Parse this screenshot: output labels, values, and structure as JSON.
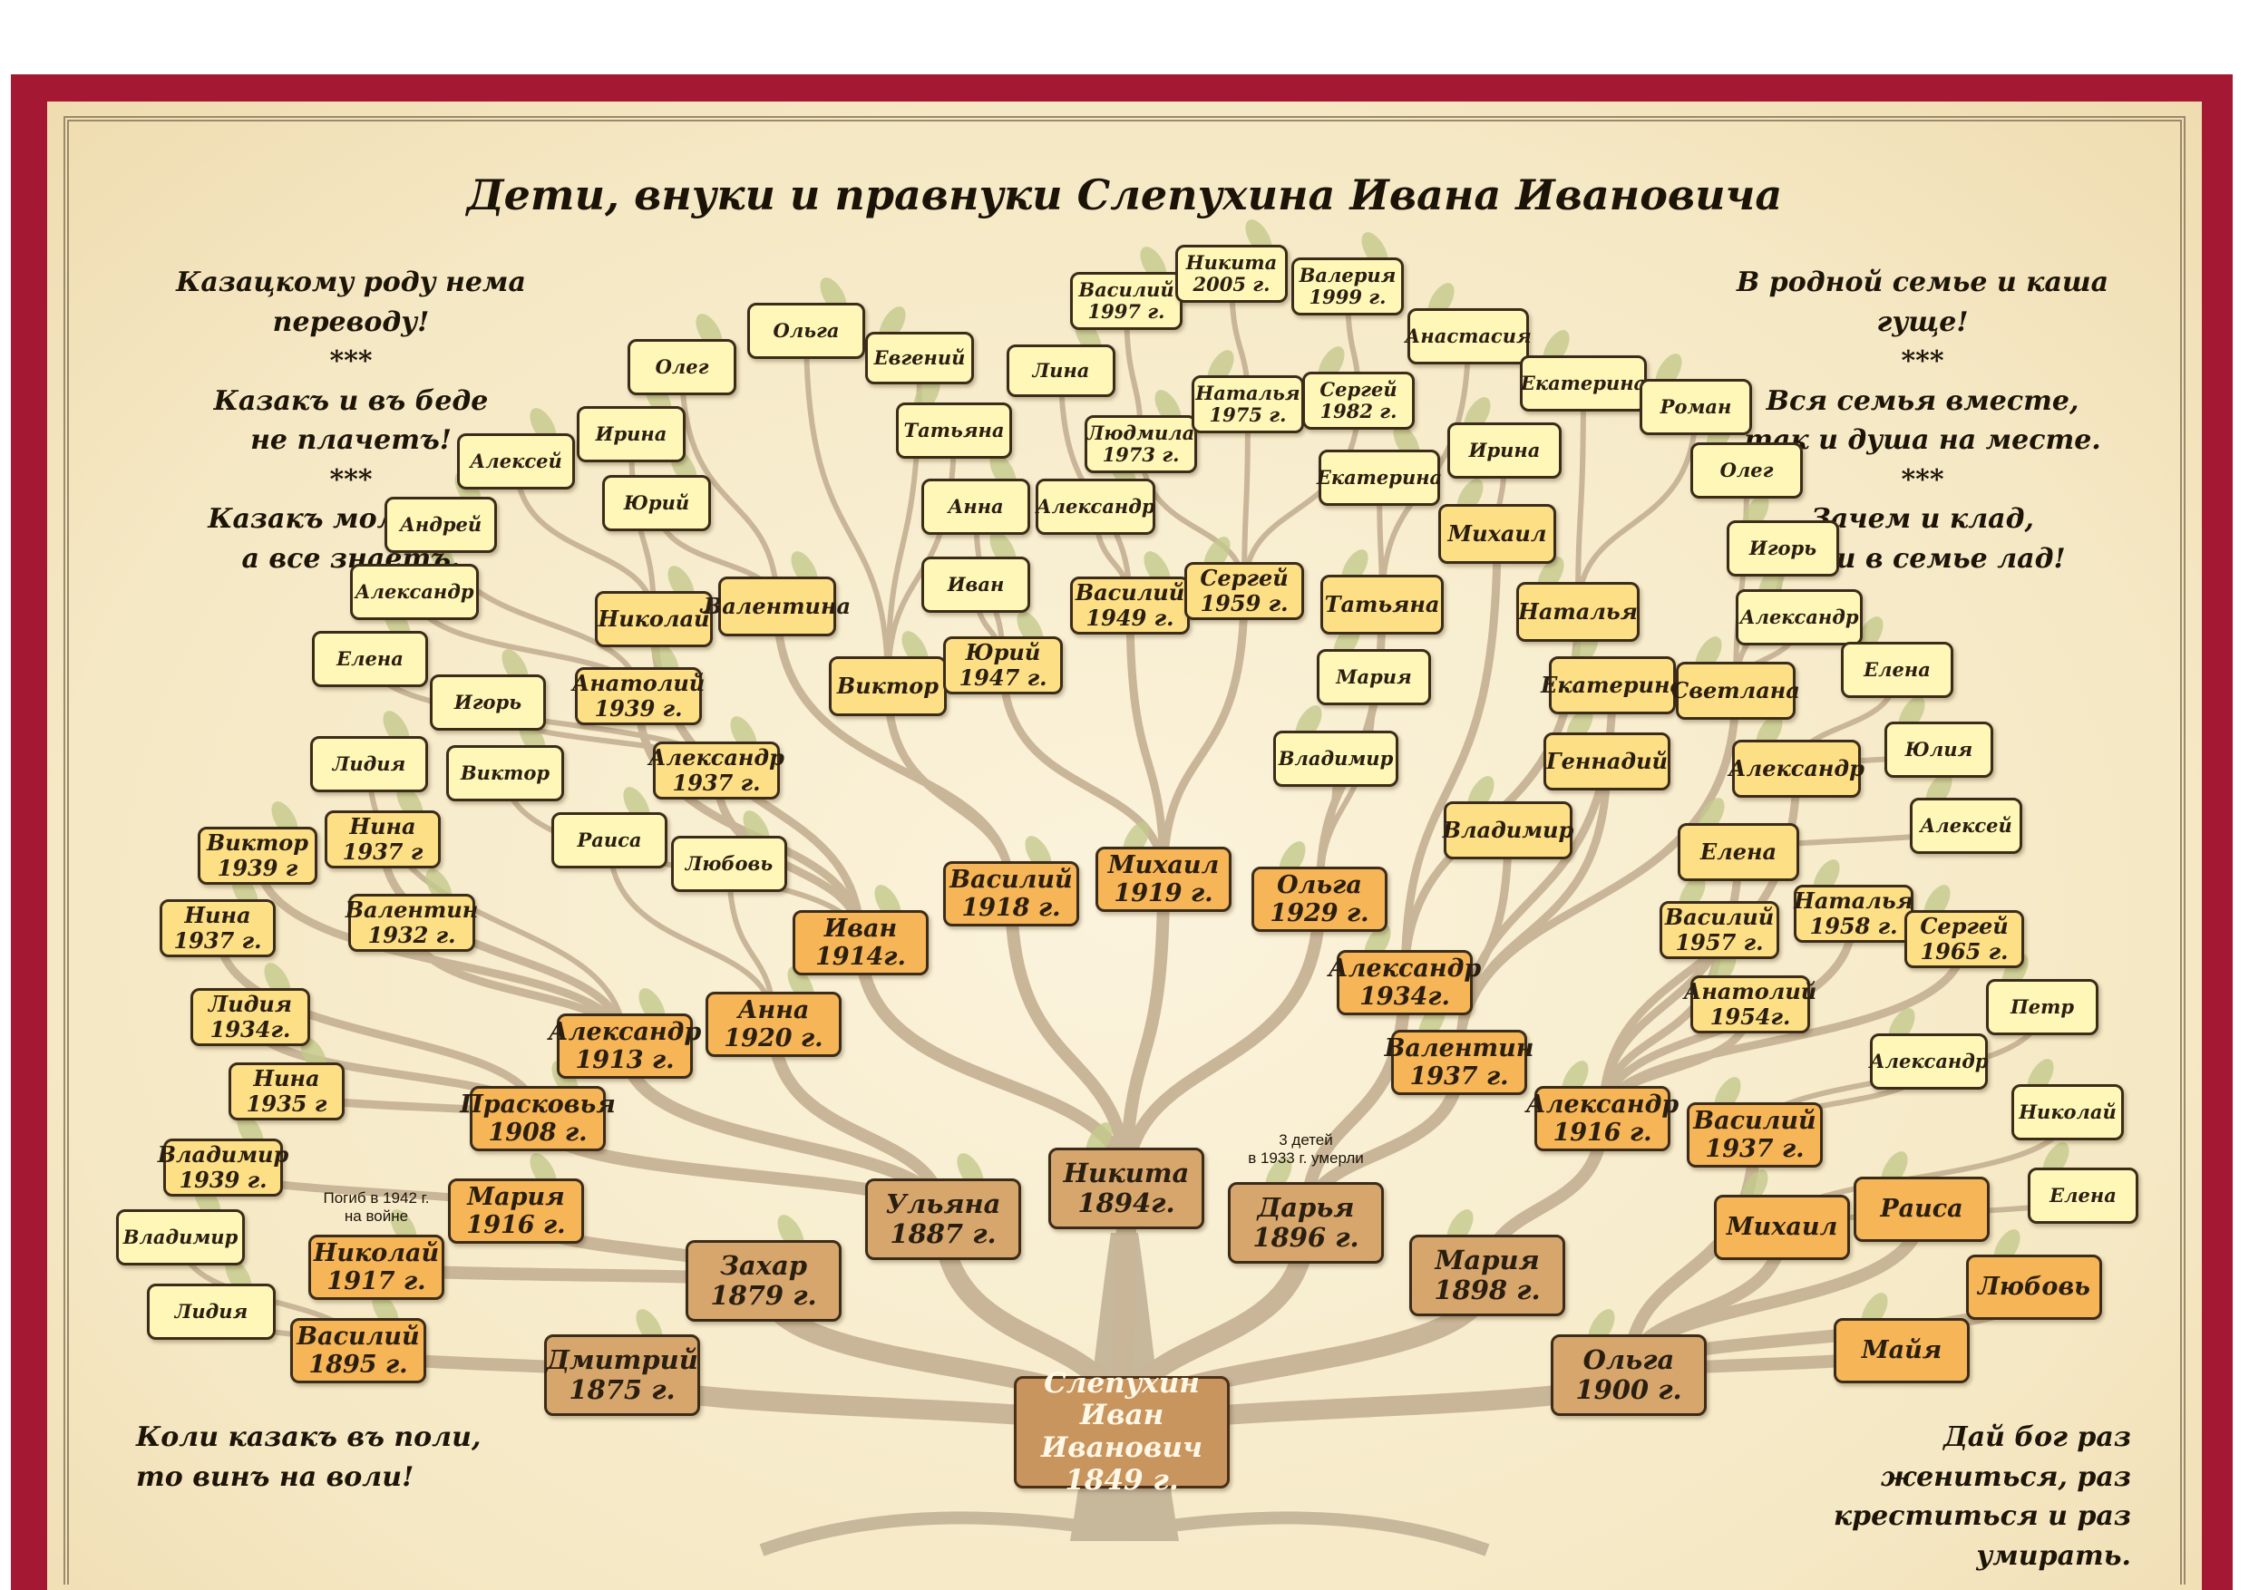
{
  "title": "Дети, внуки и правнуки Слепухина Ивана Ивановича",
  "sayings": {
    "top_left": "Казацкому роду нема переводу!\n***\nКазакъ и въ беде\nне плачетъ!\n***\nКазакъ молчитъ,\nа все знаетъ.",
    "top_right": "В родной семье и каша гуще!\n***\nВся семья вместе,\nтак и душа на месте.\n***\nЗачем и клад,\nколи в семье лад!",
    "bottom_left": "Коли казакъ въ поли,\nто винъ на воли!",
    "bottom_right": "Дай бог раз жениться, раз\nкреститься и раз умирать."
  },
  "notes": {
    "died_children": "3 детей\nв 1933 г. умерли",
    "war": "Погиб в 1942 г.\nна войне"
  },
  "root": {
    "label": "Слепухин\nИван Иванович\n1849 г."
  },
  "nodes": [
    {
      "id": "dmitriy",
      "label": "Дмитрий\n1875 г.",
      "tier": 4,
      "parent": "root"
    },
    {
      "id": "zakhar",
      "label": "Захар\n1879 г.",
      "tier": 4,
      "parent": "root"
    },
    {
      "id": "ulyana",
      "label": "Ульяна\n1887 г.",
      "tier": 4,
      "parent": "root"
    },
    {
      "id": "nikita",
      "label": "Никита\n1894г.",
      "tier": 4,
      "parent": "root"
    },
    {
      "id": "darya",
      "label": "Дарья\n1896 г.",
      "tier": 4,
      "parent": "root"
    },
    {
      "id": "mariya98",
      "label": "Мария\n1898 г.",
      "tier": 4,
      "parent": "root"
    },
    {
      "id": "olga1900",
      "label": "Ольга\n1900 г.",
      "tier": 4,
      "parent": "root"
    },
    {
      "id": "vasiliy95",
      "label": "Василий\n1895 г.",
      "tier": 3,
      "parent": "dmitriy"
    },
    {
      "id": "nikolay17",
      "label": "Николай\n1917 г.",
      "tier": 3,
      "parent": "zakhar"
    },
    {
      "id": "mariya16",
      "label": "Мария\n1916 г.",
      "tier": 3,
      "parent": "zakhar"
    },
    {
      "id": "praskovya",
      "label": "Прасковья\n1908 г.",
      "tier": 3,
      "parent": "ulyana"
    },
    {
      "id": "aleksandr13",
      "label": "Александр\n1913 г.",
      "tier": 3,
      "parent": "ulyana"
    },
    {
      "id": "anna20",
      "label": "Анна\n1920 г.",
      "tier": 3,
      "parent": "ulyana"
    },
    {
      "id": "ivan14",
      "label": "Иван\n1914г.",
      "tier": 3,
      "parent": "nikita"
    },
    {
      "id": "vasiliy18",
      "label": "Василий\n1918 г.",
      "tier": 3,
      "parent": "nikita"
    },
    {
      "id": "mikhail19",
      "label": "Михаил\n1919 г.",
      "tier": 3,
      "parent": "nikita"
    },
    {
      "id": "olga29",
      "label": "Ольга\n1929 г.",
      "tier": 3,
      "parent": "nikita"
    },
    {
      "id": "aleksandr34",
      "label": "Александр\n1934г.",
      "tier": 3,
      "parent": "darya"
    },
    {
      "id": "valentin37",
      "label": "Валентин\n1937 г.",
      "tier": 3,
      "parent": "darya"
    },
    {
      "id": "aleksandr16",
      "label": "Александр\n1916 г.",
      "tier": 3,
      "parent": "mariya98"
    },
    {
      "id": "vasiliy37",
      "label": "Василий\n1937 г.",
      "tier": 3,
      "parent": "olga1900"
    },
    {
      "id": "mikhail_r",
      "label": "Михаил",
      "tier": 3,
      "parent": "olga1900"
    },
    {
      "id": "raisa_r",
      "label": "Раиса",
      "tier": 3,
      "parent": "olga1900"
    },
    {
      "id": "lyubov_r",
      "label": "Любовь",
      "tier": 3,
      "parent": "olga1900"
    },
    {
      "id": "mayya",
      "label": "Майя",
      "tier": 3,
      "parent": "olga1900"
    },
    {
      "id": "lidiya_b",
      "label": "Лидия",
      "tier": 1,
      "parent": "vasiliy95"
    },
    {
      "id": "vladimir_b",
      "label": "Владимир",
      "tier": 1,
      "parent": "vasiliy95"
    },
    {
      "id": "vladimir39",
      "label": "Владимир\n1939 г.",
      "tier": 2,
      "parent": "mariya16"
    },
    {
      "id": "nina35",
      "label": "Нина\n1935 г",
      "tier": 2,
      "parent": "praskovya"
    },
    {
      "id": "lidiya34",
      "label": "Лидия\n1934г.",
      "tier": 2,
      "parent": "praskovya"
    },
    {
      "id": "nina37a",
      "label": "Нина\n1937 г.",
      "tier": 2,
      "parent": "praskovya"
    },
    {
      "id": "viktor39",
      "label": "Виктор\n1939 г",
      "tier": 2,
      "parent": "aleksandr13"
    },
    {
      "id": "nina37b",
      "label": "Нина\n1937 г",
      "tier": 2,
      "parent": "aleksandr13"
    },
    {
      "id": "valentin32",
      "label": "Валентин\n1932 г.",
      "tier": 2,
      "parent": "aleksandr13"
    },
    {
      "id": "lidiya_m",
      "label": "Лидия",
      "tier": 1,
      "parent": "aleksandr13"
    },
    {
      "id": "raisa_m",
      "label": "Раиса",
      "tier": 1,
      "parent": "anna20"
    },
    {
      "id": "lyubov_m",
      "label": "Любовь",
      "tier": 1,
      "parent": "anna20"
    },
    {
      "id": "viktor_m",
      "label": "Виктор",
      "tier": 1,
      "parent": "ivan14"
    },
    {
      "id": "aleksandr37",
      "label": "Александр\n1937 г.",
      "tier": 2,
      "parent": "ivan14"
    },
    {
      "id": "anatoliy39",
      "label": "Анатолий\n1939 г.",
      "tier": 2,
      "parent": "ivan14"
    },
    {
      "id": "igor_l",
      "label": "Игорь",
      "tier": 1,
      "parent": "aleksandr37"
    },
    {
      "id": "elena_l",
      "label": "Елена",
      "tier": 1,
      "parent": "aleksandr37"
    },
    {
      "id": "aleksandr_l",
      "label": "Александр",
      "tier": 1,
      "parent": "anatoliy39"
    },
    {
      "id": "andrey",
      "label": "Андрей",
      "tier": 1,
      "parent": "anatoliy39"
    },
    {
      "id": "nikolay_m",
      "label": "Николай",
      "tier": 2,
      "parent": "ivan14"
    },
    {
      "id": "aleksey_l",
      "label": "Алексей",
      "tier": 1,
      "parent": "nikolay_m"
    },
    {
      "id": "irina_l",
      "label": "Ирина",
      "tier": 1,
      "parent": "nikolay_m"
    },
    {
      "id": "yuriy_l",
      "label": "Юрий",
      "tier": 1,
      "parent": "valentina"
    },
    {
      "id": "oleg_l",
      "label": "Олег",
      "tier": 1,
      "parent": "valentina"
    },
    {
      "id": "valentina",
      "label": "Валентина",
      "tier": 2,
      "parent": "vasiliy18"
    },
    {
      "id": "olga_t",
      "label": "Ольга",
      "tier": 1,
      "parent": "viktor_c"
    },
    {
      "id": "viktor_c",
      "label": "Виктор",
      "tier": 2,
      "parent": "vasiliy18"
    },
    {
      "id": "evgeniy",
      "label": "Евгений",
      "tier": 1,
      "parent": "viktor_c"
    },
    {
      "id": "tatyana_c",
      "label": "Татьяна",
      "tier": 1,
      "parent": "viktor_c"
    },
    {
      "id": "anna_c",
      "label": "Анна",
      "tier": 1,
      "parent": "yuriy47"
    },
    {
      "id": "ivan_c",
      "label": "Иван",
      "tier": 1,
      "parent": "yuriy47"
    },
    {
      "id": "yuriy47",
      "label": "Юрий\n1947 г.",
      "tier": 2,
      "parent": "mikhail19"
    },
    {
      "id": "lina",
      "label": "Лина",
      "tier": 1,
      "parent": "vasiliy49"
    },
    {
      "id": "aleksandr_c",
      "label": "Александр",
      "tier": 1,
      "parent": "vasiliy49"
    },
    {
      "id": "vasiliy49",
      "label": "Василий\n1949 г.",
      "tier": 2,
      "parent": "mikhail19"
    },
    {
      "id": "vasiliy97",
      "label": "Василий\n1997 г.",
      "tier": 1,
      "parent": "lyudmila73"
    },
    {
      "id": "nikita05",
      "label": "Никита\n2005 г.",
      "tier": 1,
      "parent": "natalya75"
    },
    {
      "id": "valeriya99",
      "label": "Валерия\n1999 г.",
      "tier": 1,
      "parent": "sergey82"
    },
    {
      "id": "lyudmila73",
      "label": "Людмила\n1973 г.",
      "tier": 1,
      "parent": "sergey59"
    },
    {
      "id": "natalya75",
      "label": "Наталья\n1975 г.",
      "tier": 1,
      "parent": "sergey59"
    },
    {
      "id": "sergey82",
      "label": "Сергей\n1982 г.",
      "tier": 1,
      "parent": "sergey59"
    },
    {
      "id": "sergey59",
      "label": "Сергей\n1959 г.",
      "tier": 2,
      "parent": "mikhail19"
    },
    {
      "id": "anastasiya",
      "label": "Анастасия",
      "tier": 1,
      "parent": "tatyana_r"
    },
    {
      "id": "ekaterina_c",
      "label": "Екатерина",
      "tier": 1,
      "parent": "tatyana_r"
    },
    {
      "id": "tatyana_r",
      "label": "Татьяна",
      "tier": 2,
      "parent": "olga29"
    },
    {
      "id": "mariya_c",
      "label": "Мария",
      "tier": 1,
      "parent": "olga29"
    },
    {
      "id": "vladimir_c",
      "label": "Владимир",
      "tier": 1,
      "parent": "olga29"
    },
    {
      "id": "irina_r",
      "label": "Ирина",
      "tier": 1,
      "parent": "mikhail_c"
    },
    {
      "id": "mikhail_c",
      "label": "Михаил",
      "tier": 2,
      "parent": "aleksandr34"
    },
    {
      "id": "ekaterina_r1",
      "label": "Екатерина",
      "tier": 1,
      "parent": "natalya_r"
    },
    {
      "id": "natalya_r",
      "label": "Наталья",
      "tier": 2,
      "parent": "aleksandr34"
    },
    {
      "id": "roman",
      "label": "Роман",
      "tier": 1,
      "parent": "natalya_r"
    },
    {
      "id": "oleg_r",
      "label": "Олег",
      "tier": 1,
      "parent": "svetlana"
    },
    {
      "id": "igor_r",
      "label": "Игорь",
      "tier": 1,
      "parent": "svetlana"
    },
    {
      "id": "aleksandr_r1",
      "label": "Александр",
      "tier": 1,
      "parent": "svetlana"
    },
    {
      "id": "ekaterina_r2",
      "label": "Екатерина",
      "tier": 2,
      "parent": "valentin37"
    },
    {
      "id": "svetlana",
      "label": "Светлана",
      "tier": 2,
      "parent": "valentin37"
    },
    {
      "id": "gennadiy",
      "label": "Геннадий",
      "tier": 2,
      "parent": "valentin37"
    },
    {
      "id": "vladimir_r",
      "label": "Владимир",
      "tier": 2,
      "parent": "valentin37"
    },
    {
      "id": "elena_r1",
      "label": "Елена",
      "tier": 1,
      "parent": "aleksandr_r2"
    },
    {
      "id": "yuliya",
      "label": "Юлия",
      "tier": 1,
      "parent": "aleksandr_r2"
    },
    {
      "id": "aleksandr_r2",
      "label": "Александр",
      "tier": 2,
      "parent": "aleksandr16"
    },
    {
      "id": "aleksey_r",
      "label": "Алексей",
      "tier": 1,
      "parent": "elena_r2"
    },
    {
      "id": "elena_r2",
      "label": "Елена",
      "tier": 2,
      "parent": "aleksandr16"
    },
    {
      "id": "vasiliy57",
      "label": "Василий\n1957 г.",
      "tier": 2,
      "parent": "aleksandr16"
    },
    {
      "id": "natalya58",
      "label": "Наталья\n1958 г.",
      "tier": 2,
      "parent": "aleksandr16"
    },
    {
      "id": "sergey65",
      "label": "Сергей\n1965 г.",
      "tier": 2,
      "parent": "aleksandr16"
    },
    {
      "id": "anatoliy54",
      "label": "Анатолий\n1954г.",
      "tier": 2,
      "parent": "aleksandr16"
    },
    {
      "id": "petr",
      "label": "Петр",
      "tier": 1,
      "parent": "vasiliy37"
    },
    {
      "id": "aleksandr_r3",
      "label": "Александр",
      "tier": 1,
      "parent": "vasiliy37"
    },
    {
      "id": "nikolay_r",
      "label": "Николай",
      "tier": 1,
      "parent": "mikhail_r"
    },
    {
      "id": "elena_r3",
      "label": "Елена",
      "tier": 1,
      "parent": "mikhail_r"
    }
  ]
}
